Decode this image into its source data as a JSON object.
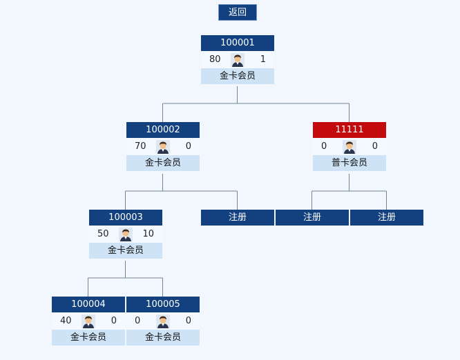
{
  "back_label": "返回",
  "register_label": "注册",
  "nodes": {
    "n1": {
      "id": "100001",
      "left": "80",
      "right": "1",
      "level": "金卡会员"
    },
    "n2": {
      "id": "100002",
      "left": "70",
      "right": "0",
      "level": "金卡会员"
    },
    "n3": {
      "id": "11111",
      "left": "0",
      "right": "0",
      "level": "普卡会员"
    },
    "n4": {
      "id": "100003",
      "left": "50",
      "right": "10",
      "level": "金卡会员"
    },
    "n5": {
      "id": "100004",
      "left": "40",
      "right": "0",
      "level": "金卡会员"
    },
    "n6": {
      "id": "100005",
      "left": "0",
      "right": "0",
      "level": "金卡会员"
    }
  },
  "colors": {
    "node_header": "#13417f",
    "node_header_alert": "#c30b0d",
    "level_bar": "#cfe3f6",
    "background": "#f2f7fd",
    "connector": "#6f8497"
  },
  "icons": {
    "avatar": "member-avatar-icon"
  }
}
